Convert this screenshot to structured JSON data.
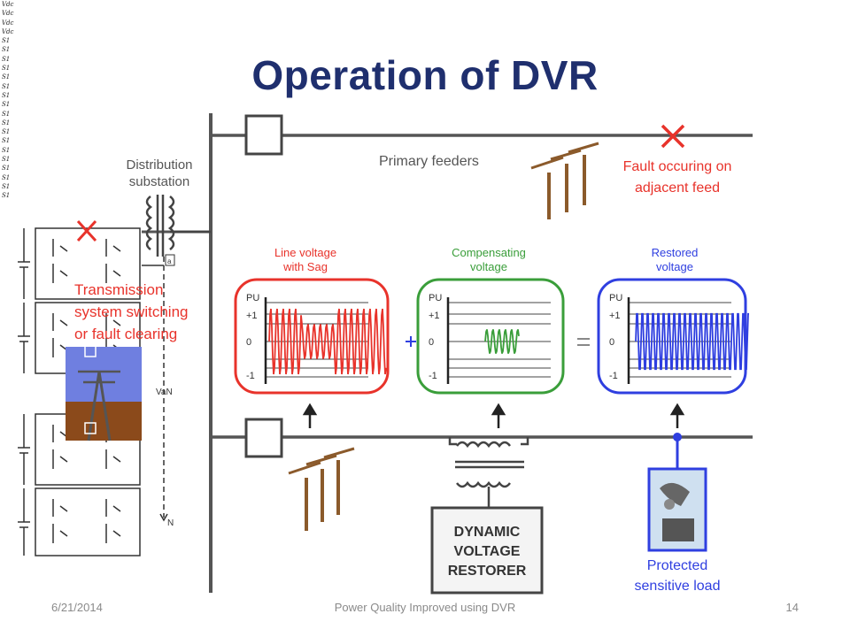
{
  "slide": {
    "title": "Operation of DVR"
  },
  "sidebar_labels": [
    "Vdc",
    "Vdc",
    "Vdc",
    "Vdc",
    "S1",
    "S1",
    "S1",
    "S1",
    "S1",
    "S1",
    "S1",
    "S1",
    "S1",
    "S1",
    "S1",
    "S1",
    "S1",
    "S1",
    "S1",
    "S1",
    "S1",
    "S1"
  ],
  "diagram": {
    "substation_line1": "Distribution",
    "substation_line2": "substation",
    "primary_feeders": "Primary feeders",
    "fault_line1": "Fault occuring on",
    "fault_line2": "adjacent feed",
    "transmission_line1": "Transmission",
    "transmission_line2": "system switching",
    "transmission_line3": "or fault clearing",
    "panel1_title1": "Line voltage",
    "panel1_title2": "with Sag",
    "panel2_title1": "Compensating",
    "panel2_title2": "voltage",
    "panel3_title1": "Restored",
    "panel3_title2": "voltage",
    "axis_pu": "PU",
    "axis_plus1": "+1",
    "axis_zero": "0",
    "axis_minus1": "-1",
    "dvr_line1": "DYNAMIC",
    "dvr_line2": "VOLTAGE",
    "dvr_line3": "RESTORER",
    "load_line1": "Protected",
    "load_line2": "sensitive load",
    "inverter_label_van": "VaN",
    "inverter_label_n": "N",
    "inverter_label_a": "a"
  },
  "footer": {
    "date": "6/21/2014",
    "title": "Power Quality Improved using DVR",
    "page": "14"
  },
  "colors": {
    "title": "#1f2f6e",
    "red": "#e8332b",
    "green": "#3a9e3a",
    "blue": "#2f3fe0",
    "pole": "#8b5a2b"
  }
}
